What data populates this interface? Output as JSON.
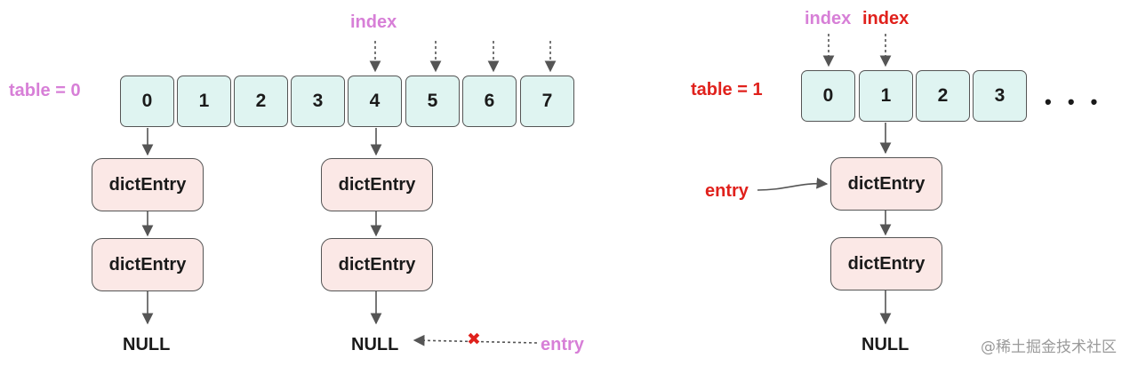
{
  "left": {
    "table_label": "table = 0",
    "index_label": "index",
    "cells": [
      "0",
      "1",
      "2",
      "3",
      "4",
      "5",
      "6",
      "7"
    ],
    "entries": [
      "dictEntry",
      "dictEntry",
      "dictEntry",
      "dictEntry"
    ],
    "null_labels": [
      "NULL",
      "NULL"
    ],
    "entry_label": "entry",
    "cross_mark": "✖"
  },
  "right": {
    "table_label": "table = 1",
    "index_old_label": "index",
    "index_new_label": "index",
    "cells": [
      "0",
      "1",
      "2",
      "3"
    ],
    "ellipsis": "• • •",
    "entry_label": "entry",
    "entries": [
      "dictEntry",
      "dictEntry"
    ],
    "null_label": "NULL"
  },
  "watermark": "@稀土掘金技术社区",
  "colors": {
    "pink": "#d77fd7",
    "red": "#e0211c",
    "cell_fill": "#dff4f1",
    "entry_fill": "#fbe8e6"
  }
}
